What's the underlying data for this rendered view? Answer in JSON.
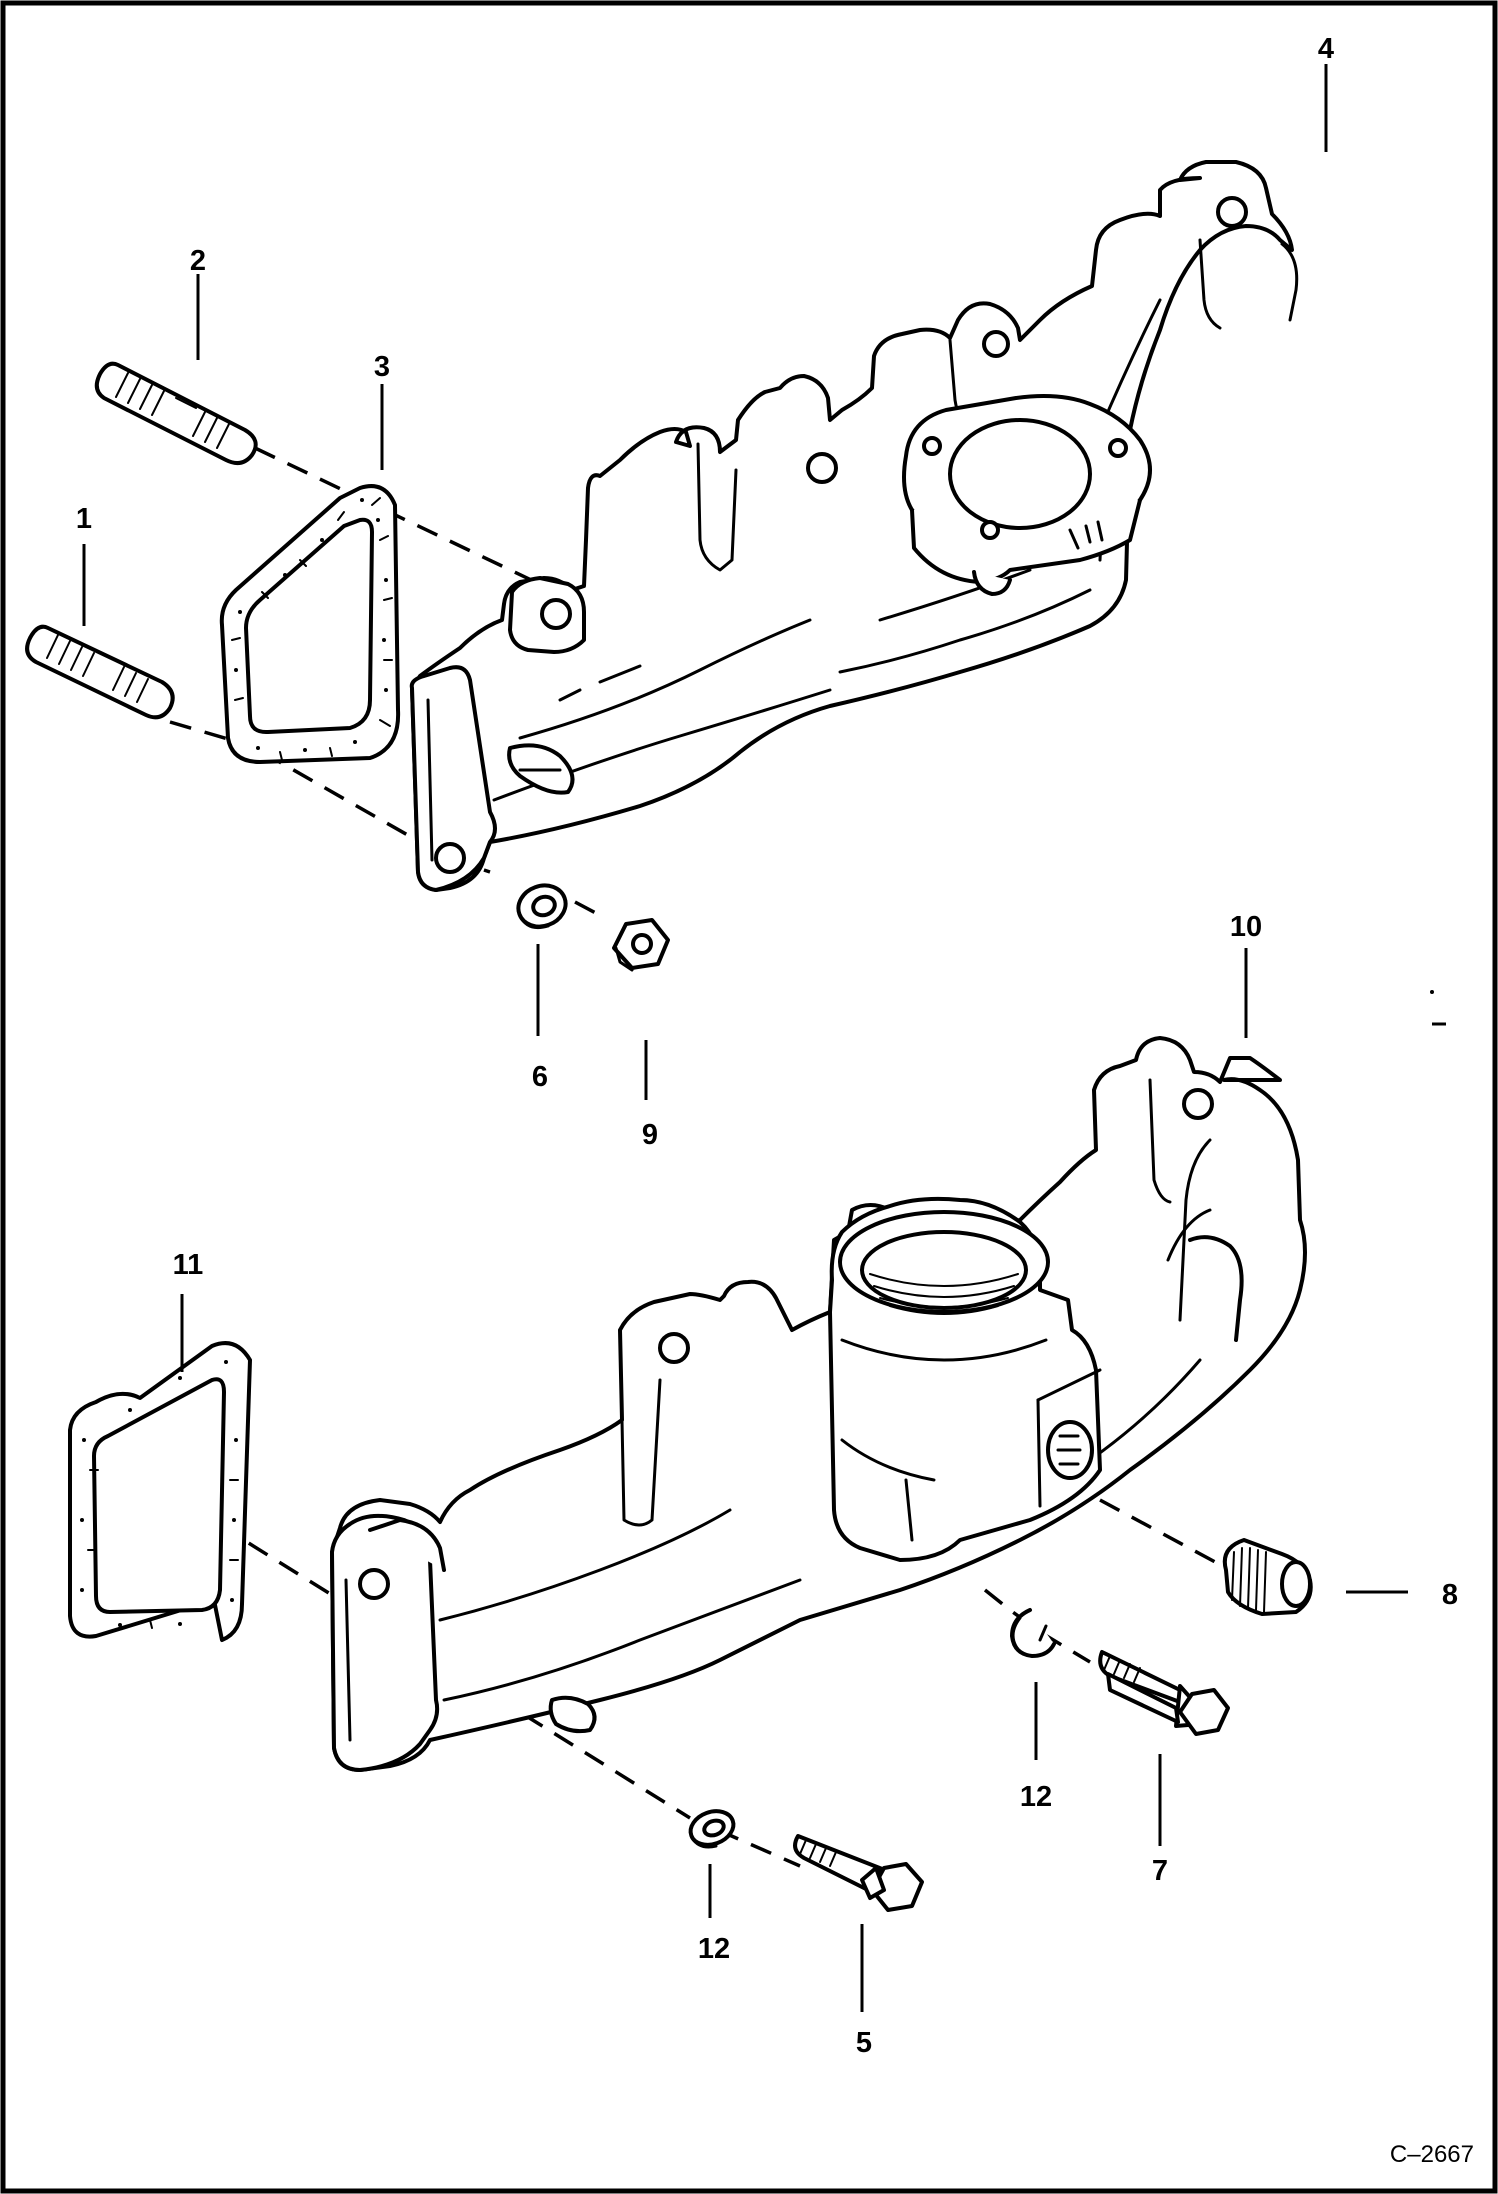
{
  "figure": {
    "id": "C–2667",
    "callouts": {
      "c1": "1",
      "c2": "2",
      "c3": "3",
      "c4": "4",
      "c5": "5",
      "c6": "6",
      "c7": "7",
      "c8": "8",
      "c9": "9",
      "c10": "10",
      "c11": "11",
      "c12a": "12",
      "c12b": "12"
    },
    "line_color": "#000000",
    "background": "#ffffff"
  }
}
